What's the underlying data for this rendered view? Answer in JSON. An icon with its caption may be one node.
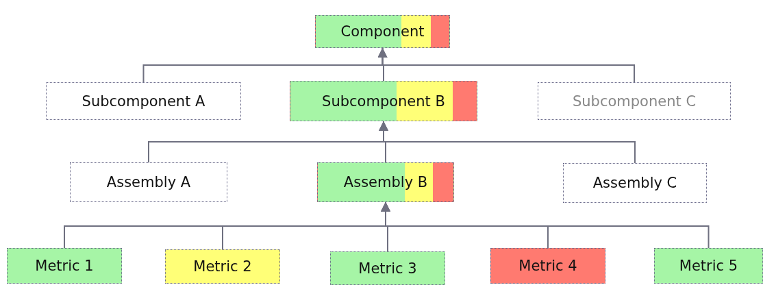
{
  "diagram": {
    "nodes": [
      {
        "text": [
          "Component"
        ]
      },
      {
        "text": [
          "Subcomponent A"
        ]
      },
      {
        "text": [
          "Subcomponent B"
        ]
      },
      {
        "text": [
          "Subcomponent C"
        ]
      },
      {
        "text": [
          "Assembly A"
        ]
      },
      {
        "text": [
          "Assembly B"
        ]
      },
      {
        "text": [
          "Assembly  C"
        ]
      },
      {
        "text": [
          "Metric 1"
        ]
      },
      {
        "text": [
          "Metric 2"
        ]
      },
      {
        "text": [
          "Metric 3"
        ]
      },
      {
        "text": [
          "Metric 4"
        ]
      },
      {
        "text": [
          "Metric 5"
        ]
      }
    ],
    "edges": [
      {
        "from": 1,
        "to": 0,
        "arrow": "to"
      },
      {
        "from": 2,
        "to": 0,
        "arrow": "to"
      },
      {
        "from": 3,
        "to": 0,
        "arrow": "to"
      },
      {
        "from": 4,
        "to": 2,
        "arrow": "to"
      },
      {
        "from": 5,
        "to": 2,
        "arrow": "to"
      },
      {
        "from": 6,
        "to": 2,
        "arrow": "to"
      },
      {
        "from": 7,
        "to": 5,
        "arrow": "to"
      },
      {
        "from": 8,
        "to": 5,
        "arrow": "to"
      },
      {
        "from": 9,
        "to": 5,
        "arrow": "to"
      },
      {
        "from": 10,
        "to": 5,
        "arrow": "to"
      },
      {
        "from": 11,
        "to": 5,
        "arrow": "to"
      }
    ]
  }
}
